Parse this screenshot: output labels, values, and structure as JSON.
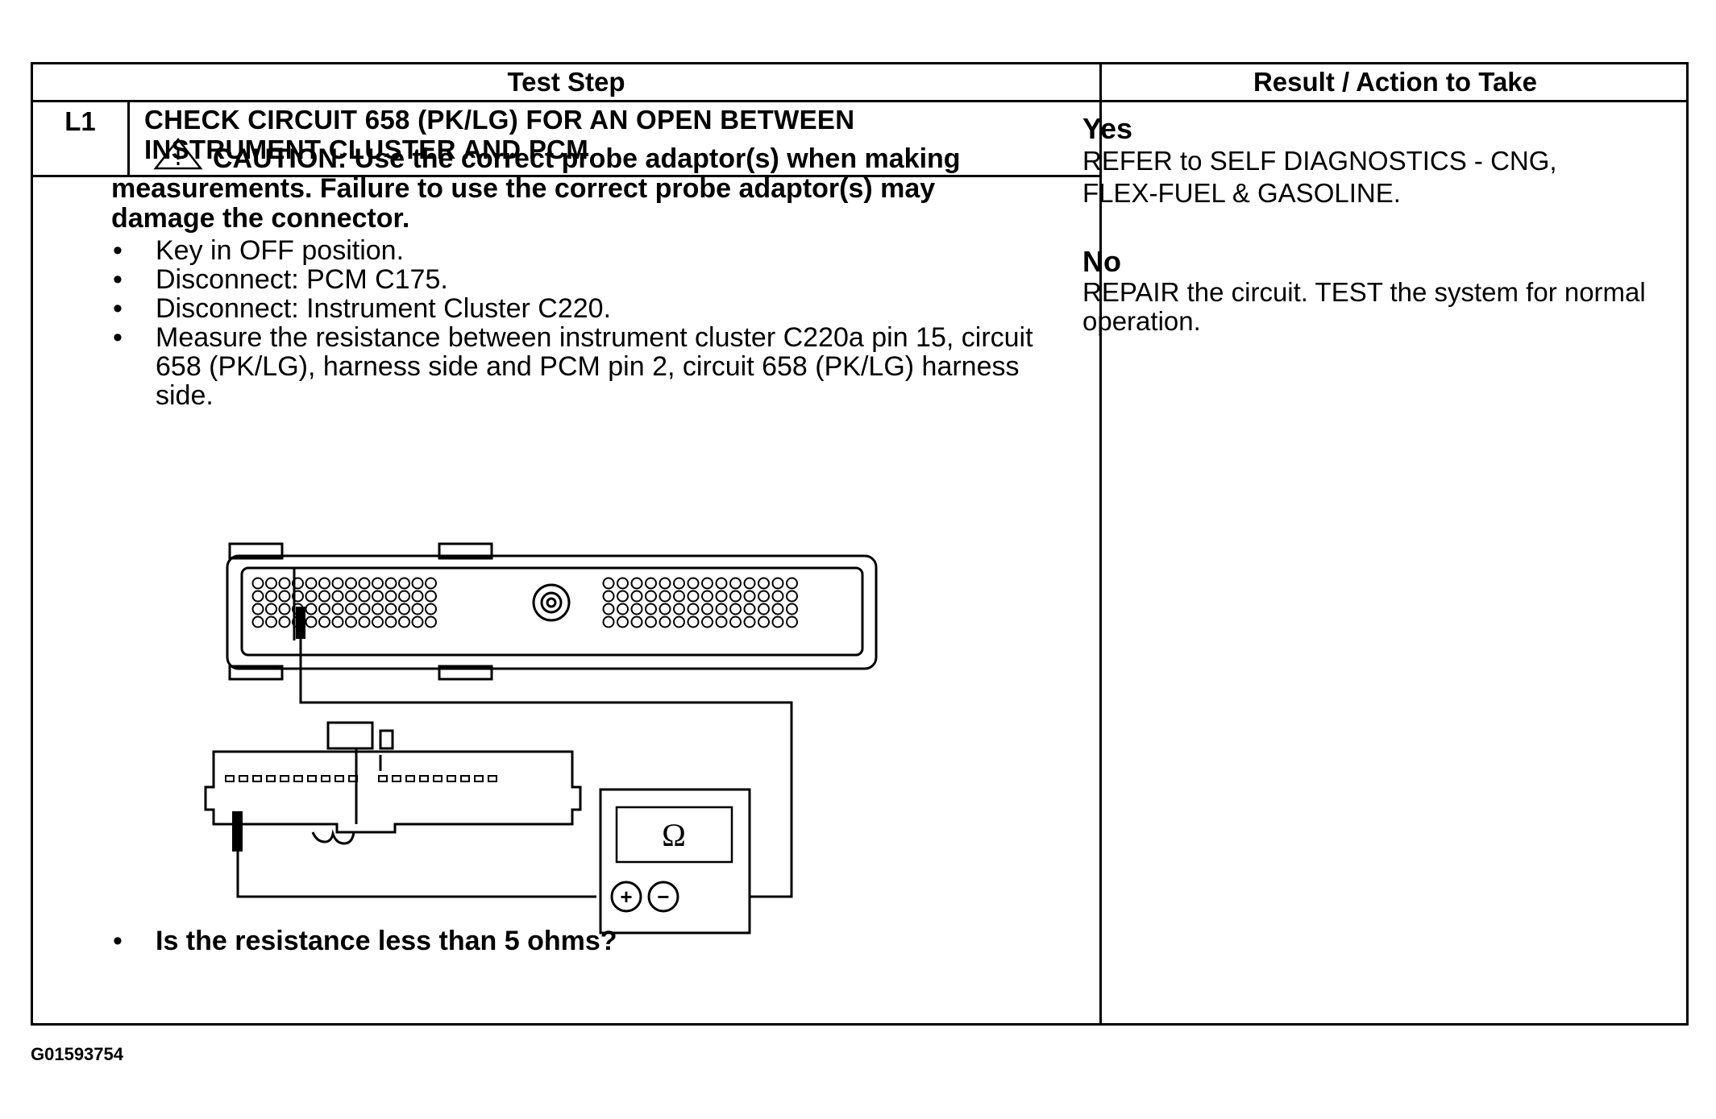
{
  "table": {
    "header_test_step": "Test Step",
    "header_result": "Result / Action to Take"
  },
  "step": {
    "id": "L1",
    "title_line1": "CHECK CIRCUIT 658 (PK/LG) FOR AN OPEN BETWEEN",
    "title_line2": "INSTRUMENT CLUSTER AND PCM",
    "caution": "CAUTION: Use the correct probe adaptor(s) when making measurements. Failure to use the correct probe adaptor(s) may damage the connector.",
    "bullets": [
      "Key in OFF position.",
      "Disconnect: PCM C175.",
      "Disconnect: Instrument Cluster C220.",
      "Measure the resistance between instrument cluster C220a pin 15, circuit 658 (PK/LG), harness side and PCM pin 2, circuit 658 (PK/LG) harness side."
    ],
    "question": "Is the resistance less than 5 ohms?"
  },
  "diagram": {
    "meter_symbol": "Ω",
    "plus": "+",
    "minus": "−",
    "icons": [
      "warning-triangle-icon"
    ]
  },
  "results": {
    "yes_heading": "Yes",
    "yes_text_line1": "REFER to SELF DIAGNOSTICS - CNG,",
    "yes_text_line2": "FLEX-FUEL & GASOLINE.",
    "no_heading": "No",
    "no_text": "REPAIR the circuit. TEST the system for normal operation."
  },
  "figure_id": "G01593754"
}
